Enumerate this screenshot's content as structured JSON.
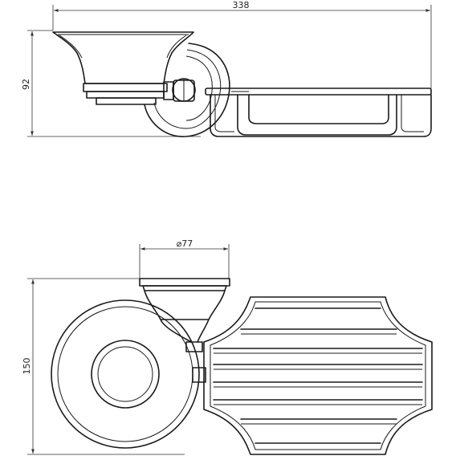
{
  "dimensions": {
    "width_total": "338",
    "height_side": "92",
    "cup_diameter": "⌀77",
    "height_front": "150"
  },
  "colors": {
    "line": "#1a1a1a",
    "background": "#ffffff"
  }
}
